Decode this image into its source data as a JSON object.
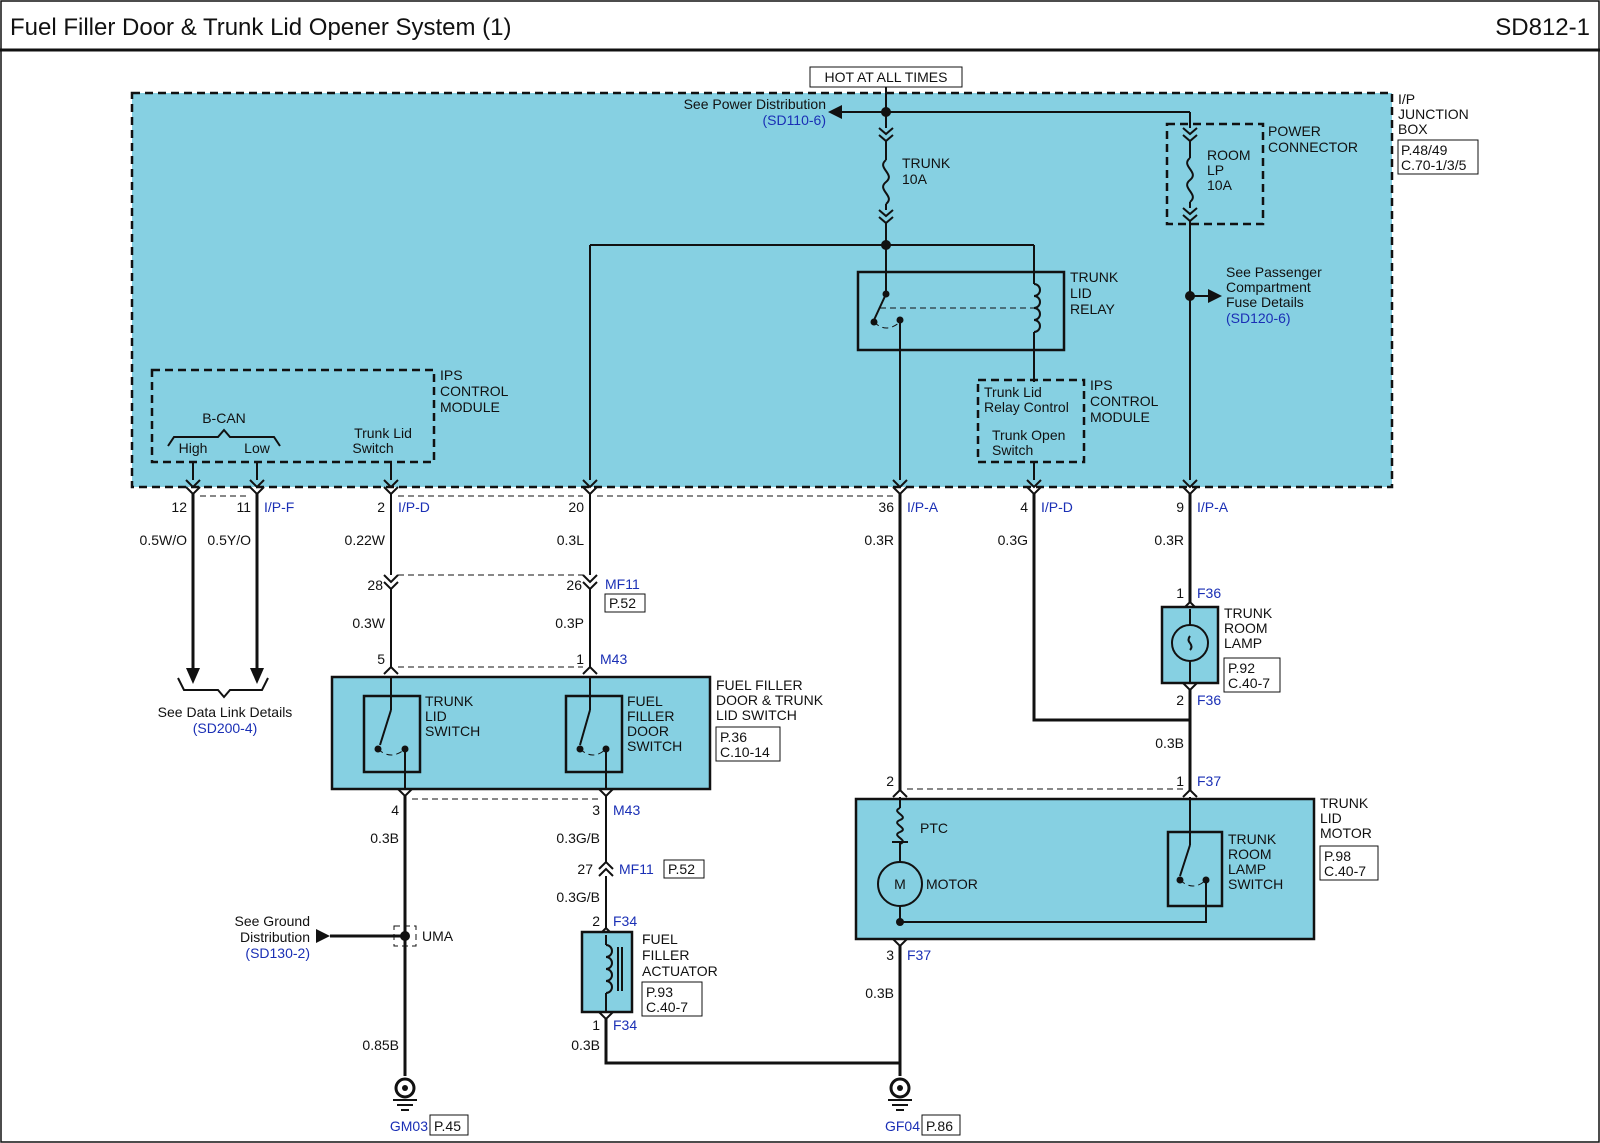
{
  "header": {
    "title": "Fuel Filler Door & Trunk Lid Opener System (1)",
    "page_id": "SD812-1"
  },
  "power": {
    "hot_label": "HOT AT ALL TIMES",
    "see_power_dist": "See Power Distribution",
    "power_dist_ref": "(SD110-6)"
  },
  "junction_box": {
    "name_lines": [
      "I/P",
      "JUNCTION",
      "BOX"
    ],
    "refs": [
      "P.48/49",
      "C.70-1/3/5"
    ]
  },
  "fuses": {
    "trunk": [
      "TRUNK",
      "10A"
    ],
    "room": [
      "ROOM",
      "LP",
      "10A"
    ],
    "power_connector": [
      "POWER",
      "CONNECTOR"
    ]
  },
  "relay": {
    "name_lines": [
      "TRUNK",
      "LID",
      "RELAY"
    ]
  },
  "passenger_fuse": {
    "lines": [
      "See Passenger",
      "Compartment",
      "Fuse Details"
    ],
    "ref": "(SD120-6)"
  },
  "ips_left": {
    "name_lines": [
      "IPS",
      "CONTROL",
      "MODULE"
    ],
    "bcan": "B-CAN",
    "high": "High",
    "low": "Low",
    "switch_lines": [
      "Trunk Lid",
      "Switch"
    ]
  },
  "ips_right": {
    "name_lines": [
      "IPS",
      "CONTROL",
      "MODULE"
    ],
    "relay_ctrl_lines": [
      "Trunk Lid",
      "Relay Control"
    ],
    "open_sw_lines": [
      "Trunk Open",
      "Switch"
    ]
  },
  "pins": {
    "p12": "12",
    "p11": "11",
    "ipf": "I/P-F",
    "p2": "2",
    "ipd1": "I/P-D",
    "p20": "20",
    "p36": "36",
    "ipa1": "I/P-A",
    "p4": "4",
    "ipd2": "I/P-D",
    "p9": "9",
    "ipa2": "I/P-A",
    "p28": "28",
    "p26": "26",
    "mf11a": "MF11",
    "mf11a_ref": "P.52",
    "p5": "5",
    "p1m": "1",
    "m43a": "M43",
    "p4b": "4",
    "p3": "3",
    "m43b": "M43",
    "p27": "27",
    "mf11b": "MF11",
    "mf11b_ref": "P.52",
    "p2f": "2",
    "f34a": "F34",
    "p1f": "1",
    "f34b": "F34",
    "p1t": "1",
    "f36a": "F36",
    "p2t": "2",
    "f36b": "F36",
    "p2m": "2",
    "p1m2": "1",
    "f37a": "F37",
    "p3m": "3",
    "f37b": "F37"
  },
  "wires": {
    "w_05wo": "0.5W/O",
    "w_05yo": "0.5Y/O",
    "w_022w": "0.22W",
    "w_03l": "0.3L",
    "w_03r_a": "0.3R",
    "w_03g": "0.3G",
    "w_03r_b": "0.3R",
    "w_03w": "0.3W",
    "w_03p": "0.3P",
    "w_03b_a": "0.3B",
    "w_03gb_a": "0.3G/B",
    "w_03gb_b": "0.3G/B",
    "w_085b": "0.85B",
    "w_03b_b": "0.3B",
    "w_03b_c": "0.3B",
    "w_03b_d": "0.3B"
  },
  "data_link": {
    "text": "See Data Link Details",
    "ref": "(SD200-4)"
  },
  "switch_assy": {
    "trunk_sw": [
      "TRUNK",
      "LID",
      "SWITCH"
    ],
    "fuel_sw": [
      "FUEL",
      "FILLER",
      "DOOR",
      "SWITCH"
    ],
    "name_lines": [
      "FUEL FILLER",
      "DOOR & TRUNK",
      "LID SWITCH"
    ],
    "refs": [
      "P.36",
      "C.10-14"
    ]
  },
  "ground_dist": {
    "lines": [
      "See Ground",
      "Distribution"
    ],
    "ref": "(SD130-2)",
    "uma": "UMA"
  },
  "actuator": {
    "name_lines": [
      "FUEL",
      "FILLER",
      "ACTUATOR"
    ],
    "refs": [
      "P.93",
      "C.40-7"
    ]
  },
  "room_lamp": {
    "name_lines": [
      "TRUNK",
      "ROOM",
      "LAMP"
    ],
    "refs": [
      "P.92",
      "C.40-7"
    ]
  },
  "motor": {
    "ptc": "PTC",
    "motor": "MOTOR",
    "m": "M",
    "lamp_sw": [
      "TRUNK",
      "ROOM",
      "LAMP",
      "SWITCH"
    ],
    "name_lines": [
      "TRUNK",
      "LID",
      "MOTOR"
    ],
    "refs": [
      "P.98",
      "C.40-7"
    ]
  },
  "grounds": {
    "gm03": "GM03",
    "gm03_ref": "P.45",
    "gf04": "GF04",
    "gf04_ref": "P.86"
  },
  "colors": {
    "component_fill": "#86d0e2",
    "link_blue": "#1a2fb5",
    "line": "#111111"
  }
}
